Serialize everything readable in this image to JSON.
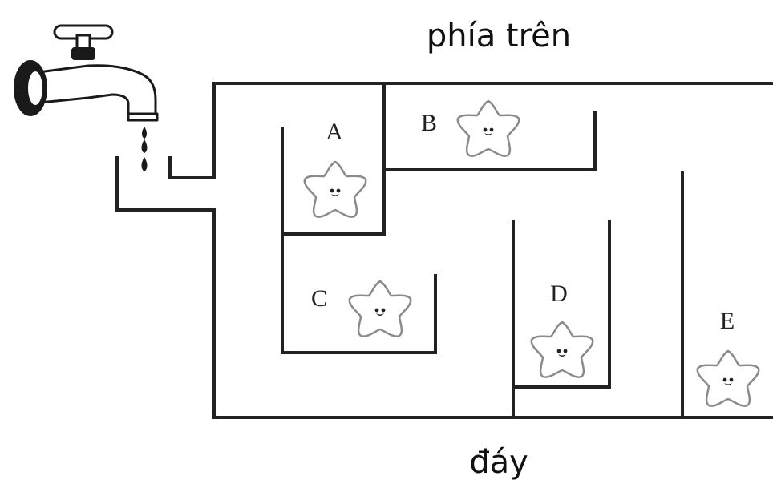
{
  "labels": {
    "top": "phía trên",
    "bottom": "đáy"
  },
  "containers": [
    {
      "id": "A",
      "label": "A"
    },
    {
      "id": "B",
      "label": "B"
    },
    {
      "id": "C",
      "label": "C"
    },
    {
      "id": "D",
      "label": "D"
    },
    {
      "id": "E",
      "label": "E"
    }
  ],
  "icons": {
    "faucet": "faucet-icon",
    "fish": "star-fish-icon",
    "drop": "water-drop-icon"
  },
  "colors": {
    "line": "#222222",
    "fish_outline": "#8a8a8a"
  }
}
